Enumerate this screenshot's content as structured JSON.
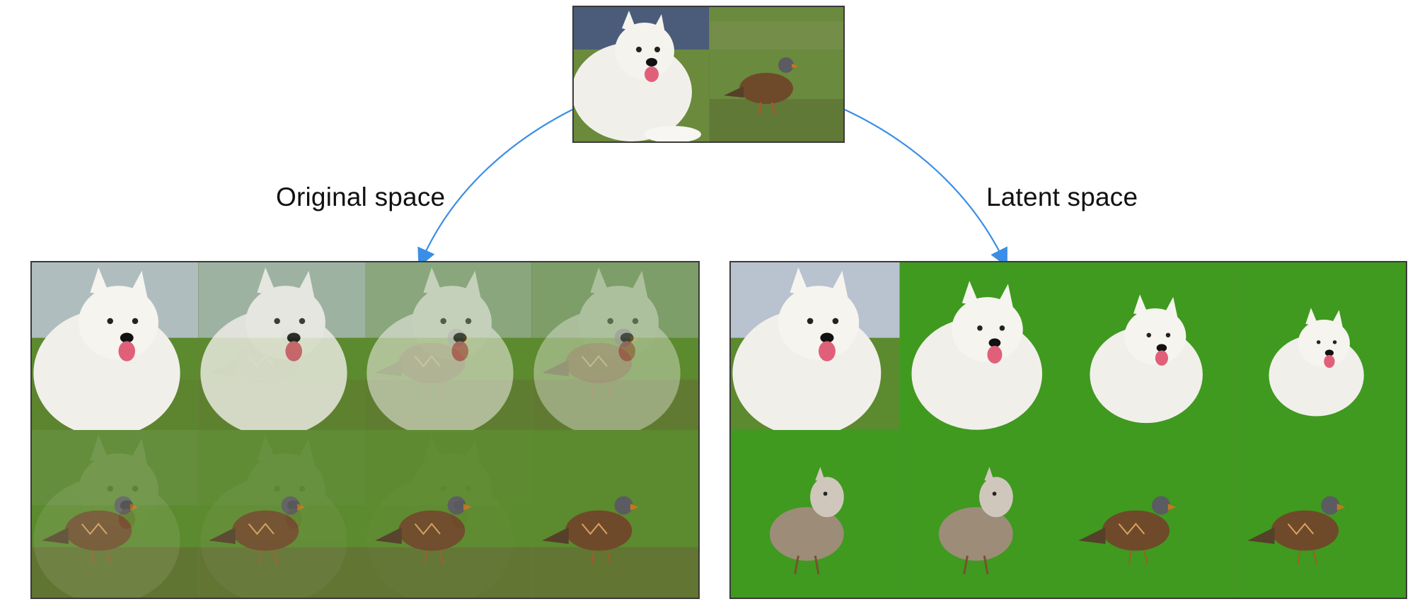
{
  "labels": {
    "original": "Original space",
    "latent": "Latent space"
  },
  "colors": {
    "arrow": "#3a8ee6",
    "frame_border": "#3a3a3a",
    "sky": "#b9c2cf",
    "grass": "#5c8a2e",
    "grass_bright": "#3f9a1f",
    "dog_fur": "#f1efea",
    "bird_body": "#6f4a2a"
  },
  "inputs": [
    "dog",
    "bird"
  ],
  "original_space": {
    "row1": [
      {
        "alpha_dog": 1.0
      },
      {
        "alpha_dog": 0.8
      },
      {
        "alpha_dog": 0.55
      },
      {
        "alpha_dog": 0.4
      }
    ],
    "row2": [
      {
        "alpha_dog": 0.1
      },
      {
        "alpha_dog": 0.05
      },
      {
        "alpha_dog": 0.02
      },
      {
        "alpha_dog": 0.0
      }
    ]
  },
  "latent_space": {
    "row1": [
      "dog",
      "dog",
      "dog",
      "dog"
    ],
    "row2": [
      "dog-bird",
      "dog-bird",
      "bird",
      "bird"
    ]
  }
}
